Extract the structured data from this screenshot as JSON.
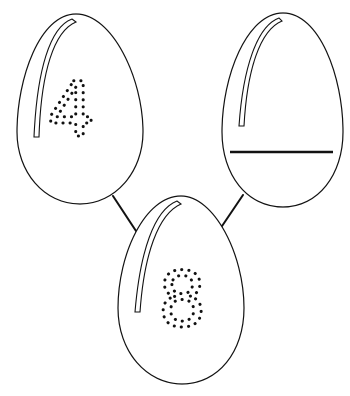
{
  "worksheet": {
    "activity": "number bond",
    "whole": {
      "value": "8",
      "style": "dotted tracing digit"
    },
    "parts": [
      {
        "value": "4",
        "style": "dotted tracing digit"
      },
      {
        "value": "",
        "style": "blank answer line"
      }
    ]
  },
  "colors": {
    "background": "#ffffff",
    "outline": "#111111"
  }
}
